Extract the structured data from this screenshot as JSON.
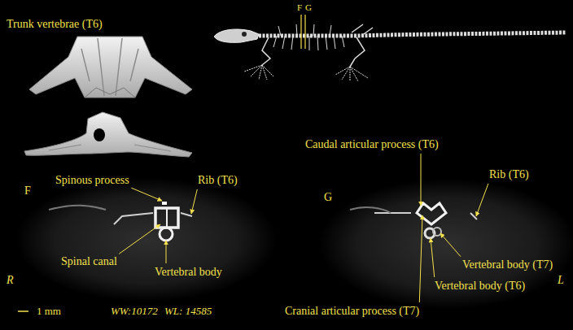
{
  "diagram": {
    "labels": [
      "Trunk vertebrae (T6)",
      "F",
      "G",
      "F",
      "Spinous process",
      "Rib (T6)",
      "Spinal canal",
      "Vertebral body",
      "R",
      "G",
      "Caudal articular process (T6)",
      "Rib (T6)",
      "Vertebral body (T7)",
      "Vertebral body (T6)",
      "Cranial articular process (T7)",
      "L",
      "1 mm",
      "WW:10172",
      "WL: 14585"
    ]
  }
}
